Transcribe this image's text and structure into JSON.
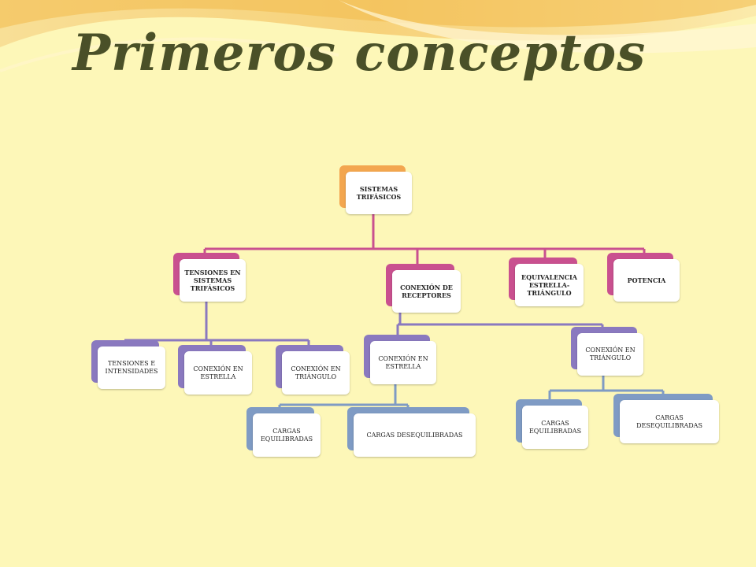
{
  "slide": {
    "title": "Primeros conceptos"
  },
  "colors": {
    "background": "#fdf7b8",
    "title": "#4a5028",
    "root_accent": "#f3a64f",
    "level1_accent": "#c9508f",
    "level2_accent": "#8a79bf",
    "level3_accent": "#7f9bc4"
  },
  "diagram": {
    "root": "SISTEMAS TRIFÁSICOS",
    "tensiones_sistemas": "TENSIONES EN SISTEMAS TRIFÁSICOS",
    "conexion_receptores": "CONEXIÓN DE RECEPTORES",
    "equivalencia": "EQUIVALENCIA ESTRELLA-TRIÁNGULO",
    "potencia": "POTENCIA",
    "tensiones_intensidades": "TENSIONES E INTENSIDADES",
    "ts_conexion_estrella": "CONEXIÓN EN ESTRELLA",
    "ts_conexion_triangulo": "CONEXIÓN EN TRIÁNGULO",
    "cr_conexion_estrella": "CONEXIÓN EN ESTRELLA",
    "cr_conexion_triangulo": "CONEXIÓN EN TRIÁNGULO",
    "estrella_equilibradas": "CARGAS EQUILIBRADAS",
    "estrella_desequilibradas": "CARGAS DESEQUILIBRADAS",
    "triangulo_equilibradas": "CARGAS EQUILIBRADAS",
    "triangulo_desequilibradas": "CARGAS DESEQUILIBRADAS"
  }
}
